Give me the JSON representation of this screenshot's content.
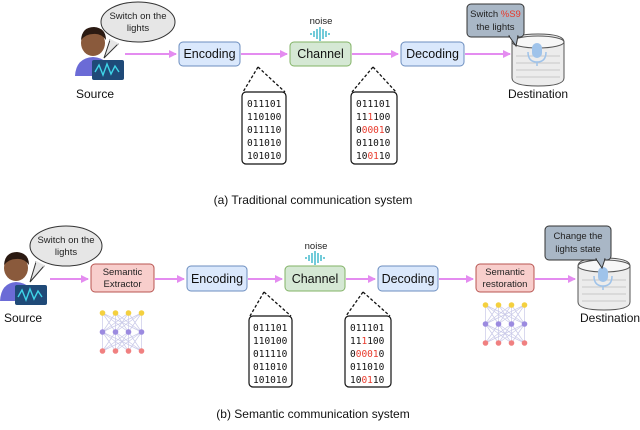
{
  "colors": {
    "arrow": "#e48cf0",
    "blue_fill": "#dae8fc",
    "blue_stroke": "#6c8ebf",
    "green_fill": "#d5e8d4",
    "green_stroke": "#82b366",
    "red_fill": "#f8cecc",
    "red_stroke": "#b85450",
    "error_red": "#e8392b",
    "skin": "#8a5a3c",
    "hair": "#2b1a12",
    "shirt": "#6b6bd6",
    "speaker": "#ececec",
    "mic": "#9fc3ea",
    "noise": "#36b5c9"
  },
  "traditional": {
    "source_label": "Source",
    "source_bubble": "Switch on the lights",
    "encoding_label": "Encoding",
    "channel_label": "Channel",
    "noise_label": "noise",
    "decoding_label": "Decoding",
    "destination_label": "Destination",
    "destination_bubble_line1_prefix": "Switch ",
    "destination_bubble_line1_error": "%S9",
    "destination_bubble_line2": "the lights",
    "encoded_bits": [
      "011101",
      "110100",
      "011110",
      "011010",
      "101010"
    ],
    "received_bits": [
      {
        "prefix": "011101",
        "error": "",
        "suffix": ""
      },
      {
        "prefix": "11",
        "error": "1",
        "suffix": "100"
      },
      {
        "prefix": "0",
        "error": "0001",
        "suffix": "0"
      },
      {
        "prefix": "011010",
        "error": "",
        "suffix": ""
      },
      {
        "prefix": "10",
        "error": "01",
        "suffix": "10"
      }
    ],
    "caption": "(a) Traditional communication system"
  },
  "semantic": {
    "source_label": "Source",
    "source_bubble": "Switch on the lights",
    "extractor_label": "Semantic Extractor",
    "encoding_label": "Encoding",
    "channel_label": "Channel",
    "noise_label": "noise",
    "decoding_label": "Decoding",
    "restoration_label": "Semantic restoration",
    "destination_label": "Destination",
    "destination_bubble": "Change the lights state",
    "encoded_bits": [
      "011101",
      "110100",
      "011110",
      "011010",
      "101010"
    ],
    "received_bits": [
      {
        "prefix": "011101",
        "error": "",
        "suffix": ""
      },
      {
        "prefix": "11",
        "error": "1",
        "suffix": "100"
      },
      {
        "prefix": "0",
        "error": "0001",
        "suffix": "0"
      },
      {
        "prefix": "011010",
        "error": "",
        "suffix": ""
      },
      {
        "prefix": "10",
        "error": "01",
        "suffix": "10"
      }
    ],
    "caption": "(b) Semantic communication system"
  }
}
